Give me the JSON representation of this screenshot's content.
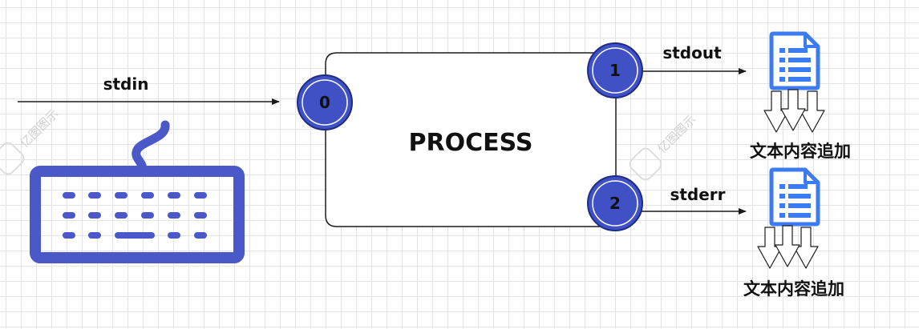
{
  "process": {
    "label": "PROCESS"
  },
  "streams": {
    "stdin": {
      "label": "stdin",
      "fd": "0"
    },
    "stdout": {
      "label": "stdout",
      "fd": "1",
      "target_label": "文本内容追加"
    },
    "stderr": {
      "label": "stderr",
      "fd": "2",
      "target_label": "文本内容追加"
    }
  },
  "watermark": {
    "text": "亿图图示"
  },
  "colors": {
    "node_fill": "#3F51C4",
    "node_ring": "#1F2A86",
    "keyboard": "#4A58C8",
    "file_icon": "#3C7BF0",
    "line": "#1a1a1a"
  },
  "icons": {
    "keyboard": "keyboard-icon",
    "file": "document-icon",
    "append": "down-arrow-icon"
  }
}
